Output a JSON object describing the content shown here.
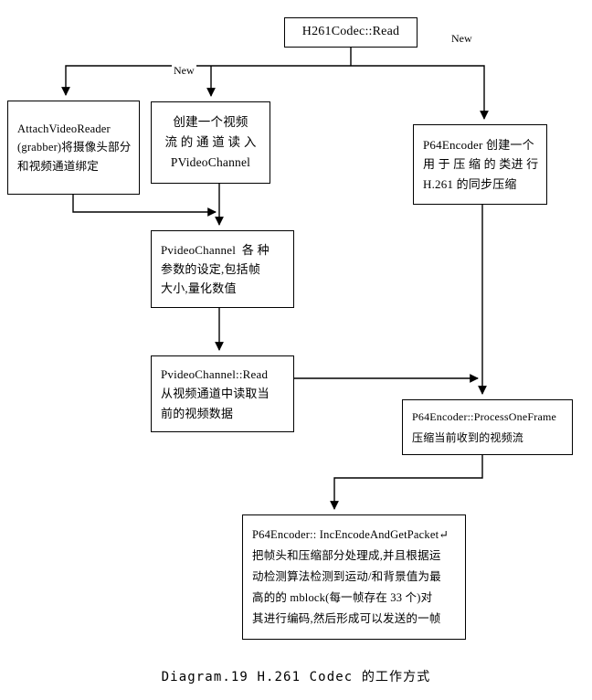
{
  "diagram": {
    "caption": "Diagram.19 H.261 Codec 的工作方式",
    "nodes": {
      "root": {
        "lines": [
          "H261Codec::Read"
        ]
      },
      "attach": {
        "lines": [
          "AttachVideoReader",
          "(grabber)将摄像头部分",
          "和视频通道绑定"
        ]
      },
      "create": {
        "lines": [
          "创建一个视频",
          "流 的 通 道 读 入",
          "PVideoChannel"
        ]
      },
      "p64": {
        "lines": [
          "P64Encoder 创建一个",
          "用 于 压 缩 的 类进 行",
          "H.261 的同步压缩"
        ]
      },
      "params": {
        "lines": [
          "PvideoChannel  各 种",
          "参数的设定,包括帧",
          "大小,量化数值"
        ]
      },
      "read": {
        "lines": [
          "PvideoChannel::Read",
          "从视频通道中读取当",
          "前的视频数据"
        ]
      },
      "pof": {
        "lines": [
          "P64Encoder::ProcessOneFrame",
          "压缩当前收到的视频流"
        ]
      },
      "incenc": {
        "lines": [
          "P64Encoder:: IncEncodeAndGetPacket↵",
          "把帧头和压缩部分处理成,并且根据运",
          "动检测算法检测到运动/和背景值为最",
          "高的的 mblock(每一帧存在 33 个)对",
          "其进行编码,然后形成可以发送的一帧"
        ]
      }
    },
    "edge_labels": {
      "new_left": "New",
      "new_right": "New"
    },
    "colors": {
      "stroke": "#000000",
      "background": "#ffffff"
    }
  }
}
